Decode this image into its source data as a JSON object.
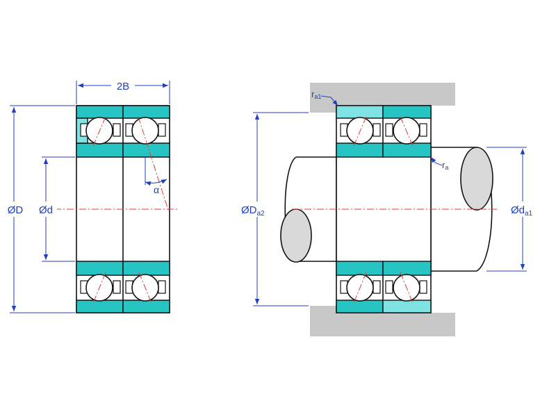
{
  "labels": {
    "width": "2B",
    "outer_diameter": "ØD",
    "bore_diameter": "Ød",
    "contact_angle": "α",
    "housing_diameter": "ØDa2",
    "housing_diameter_base": "ØD",
    "housing_diameter_sub": "a2",
    "shaft_diameter_base": "Ød",
    "shaft_diameter_sub": "a1",
    "housing_radius_base": "r",
    "housing_radius_sub": "a1",
    "shaft_radius_base": "r",
    "shaft_radius_sub": "a"
  },
  "colors": {
    "ring": "#27c4c4",
    "ring_light": "#7fe3e3",
    "dimension": "#1f3fbf",
    "centerline": "#e23a3a",
    "housing": "#c8c8c8"
  }
}
